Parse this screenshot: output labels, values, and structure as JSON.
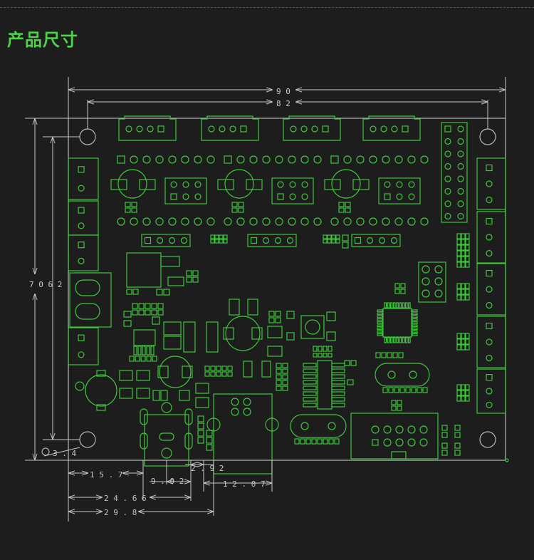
{
  "title": "产品尺寸",
  "dimensions": {
    "width_overall": "9 0",
    "width_holes": "8 2",
    "height_overall": "7 0 6 2",
    "hole_diameter": "3 . 4",
    "d_15_7": "1 5 . 7",
    "d_9_02": "9 . 0 2",
    "d_2_92": "2 . 9 2",
    "d_12_07": "1 2 . 0 7",
    "d_24_66": "2 4 . 6 6",
    "d_29_8": "2 9 . 8"
  },
  "colors": {
    "background": "#1d1d1d",
    "title": "#4dd24a",
    "outline": "#b8b8b8",
    "component": "#3ec63b",
    "dimension_line": "#c8c8c8"
  }
}
